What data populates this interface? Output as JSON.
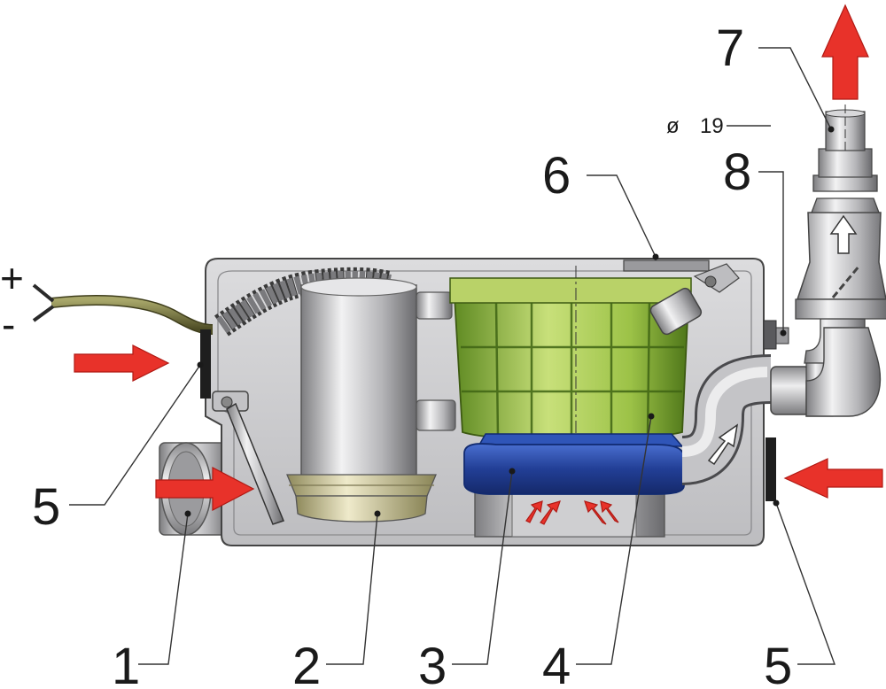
{
  "diagram": {
    "polarity": {
      "plus": "+",
      "minus": "-"
    },
    "diameter": {
      "symbol": "ø",
      "value": "19"
    },
    "callouts": [
      {
        "id": "1",
        "label": "1"
      },
      {
        "id": "2",
        "label": "2"
      },
      {
        "id": "3",
        "label": "3"
      },
      {
        "id": "4",
        "label": "4"
      },
      {
        "id": "5a",
        "label": "5"
      },
      {
        "id": "5b",
        "label": "5"
      },
      {
        "id": "6",
        "label": "6"
      },
      {
        "id": "7",
        "label": "7"
      },
      {
        "id": "8",
        "label": "8"
      }
    ],
    "colors": {
      "housing": "#c9c9cb",
      "filter": "#8fb83a",
      "basin": "#26479c",
      "arrow": "#e8322a",
      "cable": "#6b6a3a",
      "float_ring": "#d9d4a8"
    }
  }
}
